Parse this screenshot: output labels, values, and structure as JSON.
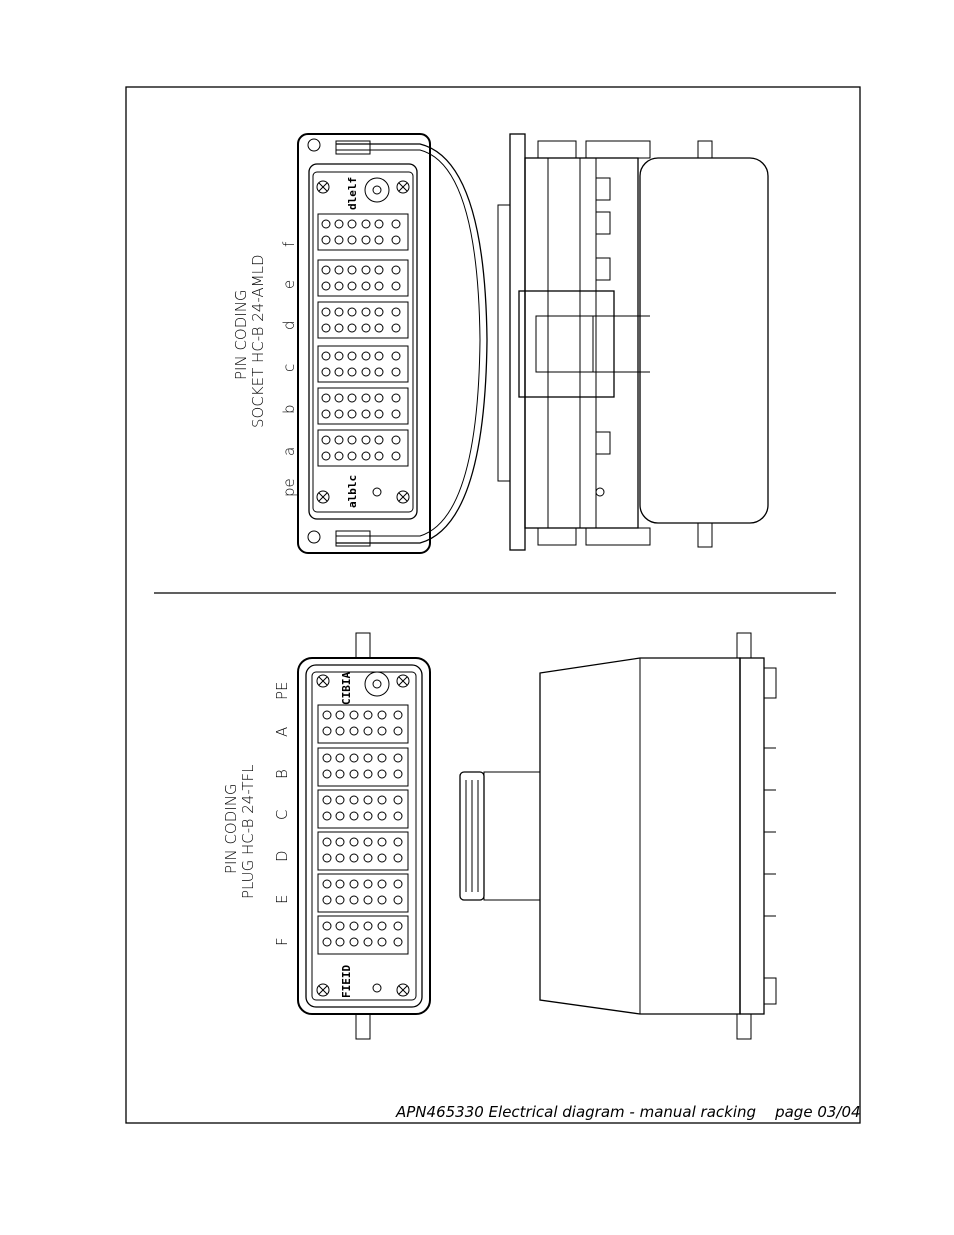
{
  "socket": {
    "title": "PIN CODING",
    "subtitle": "SOCKET HC-B 24-AMLD",
    "pins": [
      "pe",
      "a",
      "b",
      "c",
      "d",
      "e",
      "f"
    ],
    "code_top": "alblc",
    "code_bottom": "dlelf"
  },
  "plug": {
    "title": "PIN CODING",
    "subtitle": "PLUG  HC-B 24-TFL",
    "pins": [
      "F",
      "E",
      "D",
      "C",
      "B",
      "A",
      "PE"
    ],
    "code_top": "FIEID",
    "code_bottom": "CIBIA"
  },
  "footer": {
    "text": "APN465330 Electrical diagram - manual racking    page 03/04"
  }
}
